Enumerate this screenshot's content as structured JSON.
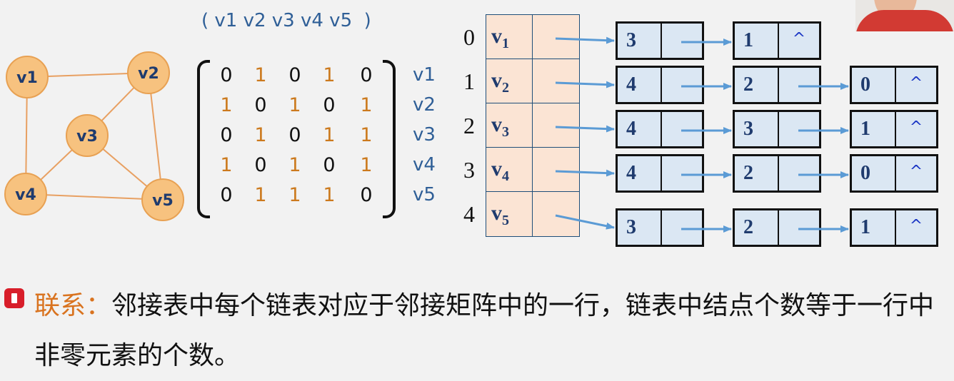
{
  "graph": {
    "nodes": [
      {
        "id": "v1",
        "label": "v1"
      },
      {
        "id": "v2",
        "label": "v2"
      },
      {
        "id": "v3",
        "label": "v3"
      },
      {
        "id": "v4",
        "label": "v4"
      },
      {
        "id": "v5",
        "label": "v5"
      }
    ],
    "edges": [
      [
        "v1",
        "v2"
      ],
      [
        "v1",
        "v4"
      ],
      [
        "v2",
        "v3"
      ],
      [
        "v2",
        "v5"
      ],
      [
        "v3",
        "v4"
      ],
      [
        "v3",
        "v5"
      ],
      [
        "v4",
        "v5"
      ]
    ],
    "colors": {
      "node_fill": "#f7c27f",
      "node_stroke": "#e8a153",
      "edge": "#e8a062"
    }
  },
  "matrix": {
    "header": "( v1 v2 v3 v4 v5  )",
    "rows": [
      [
        0,
        1,
        0,
        1,
        0
      ],
      [
        1,
        0,
        1,
        0,
        1
      ],
      [
        0,
        1,
        0,
        1,
        1
      ],
      [
        1,
        0,
        1,
        0,
        1
      ],
      [
        0,
        1,
        1,
        1,
        0
      ]
    ],
    "row_labels": [
      "v1",
      "v2",
      "v3",
      "v4",
      "v5"
    ],
    "colors": {
      "one": "#cc7a1e",
      "zero": "#111111",
      "label": "#2f5f97"
    }
  },
  "adjacency_list": {
    "indices": [
      "0",
      "1",
      "2",
      "3",
      "4"
    ],
    "vertices": [
      {
        "base": "v",
        "sub": "1"
      },
      {
        "base": "v",
        "sub": "2"
      },
      {
        "base": "v",
        "sub": "3"
      },
      {
        "base": "v",
        "sub": "4"
      },
      {
        "base": "v",
        "sub": "5"
      }
    ],
    "lists": [
      [
        "3",
        "1"
      ],
      [
        "4",
        "2",
        "0"
      ],
      [
        "4",
        "3",
        "1"
      ],
      [
        "4",
        "2",
        "0"
      ],
      [
        "3",
        "2",
        "1"
      ]
    ],
    "null_symbol": "^",
    "colors": {
      "table_fill": "#fbe4d4",
      "node_fill": "#dbe7f3",
      "arrow": "#5b9bd5"
    }
  },
  "note": {
    "key": "联系：",
    "text": "邻接表中每个链表对应于邻接矩阵中的一行，链表中结点个数等于一行中非零元素的个数。",
    "colors": {
      "key": "#d9731f",
      "bullet": "#d81e2a"
    }
  }
}
